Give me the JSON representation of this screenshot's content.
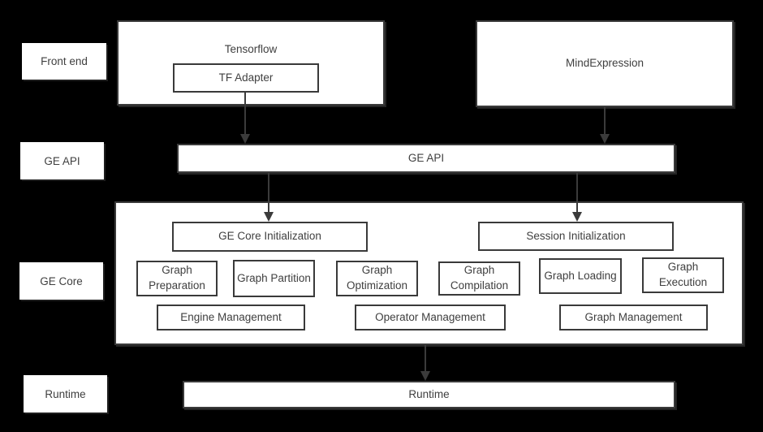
{
  "colors": {
    "background": "#000000",
    "box_fill": "#ffffff",
    "box_border": "#3a3a3a",
    "text": "#3f3f3f",
    "arrow": "#3b3b3b"
  },
  "layer_labels": {
    "frontend": "Front end",
    "ge_api": "GE API",
    "ge_core": "GE Core",
    "runtime": "Runtime"
  },
  "frontend": {
    "tensorflow_label": "Tensorflow",
    "tf_adapter_label": "TF Adapter",
    "mindexpression_label": "MindExpression"
  },
  "ge_api": {
    "bar_label": "GE API"
  },
  "ge_core": {
    "core_init_label": "GE Core Initialization",
    "session_init_label": "Session Initialization",
    "modules": [
      "Graph Preparation",
      "Graph Partition",
      "Graph Optimization",
      "Graph Compilation",
      "Graph Loading",
      "Graph Execution"
    ],
    "managers": [
      "Engine Management",
      "Operator Management",
      "Graph Management"
    ]
  },
  "runtime": {
    "bar_label": "Runtime"
  }
}
